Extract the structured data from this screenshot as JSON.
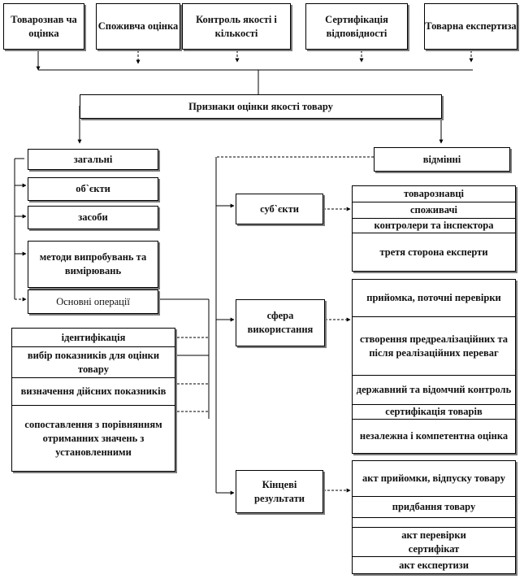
{
  "top_boxes": {
    "merch": "Товарознав ча оцінка",
    "consumer": "Споживча оцінка",
    "control": "Контроль якості і кількості",
    "cert": "Сертифікація відповідності",
    "expert": "Товарна експертиза"
  },
  "main_title": "Признаки оцінки якості товару",
  "general": {
    "label": "загальні",
    "objects": "об`єкти",
    "means": "засоби",
    "methods": "методи випробувань та вимірювань",
    "operations": "Основні операції"
  },
  "operations_list": [
    "ідентифікація",
    "вибір показників для оцінки товару",
    "визначення дійсних показників",
    "сопоставлення з порівнянням отриманних значень з установленними"
  ],
  "distinct": {
    "label": "відмінні",
    "subjects": "суб`єкти",
    "sphere": "сфера використання",
    "results": "Кінцеві результати"
  },
  "subjects_list": [
    "товарознавці",
    "споживачі",
    "контролери та інспектора",
    "третя сторона експерти"
  ],
  "sphere_list": [
    "прийомка, поточні перевірки",
    "створення предреалізаційних та після реалізаційних переваг",
    "державний та відомчий контроль",
    "сертифікація товарів",
    "незалежна і компетентна оцінка"
  ],
  "results_list": [
    "акт прийомки, відпуску товару",
    "придбання товару",
    "",
    "акт перевірки",
    "сертифікат",
    "акт експертизи"
  ]
}
